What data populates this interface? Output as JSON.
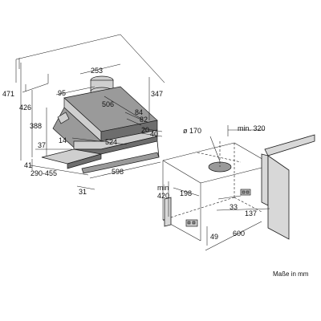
{
  "hood": {
    "dims": {
      "d253": "253",
      "d95": "95",
      "d506": "506",
      "d347": "347",
      "d471": "471",
      "d426": "426",
      "d388": "388",
      "d84": "84",
      "d82": "82",
      "d20": "20",
      "d40": "40",
      "d524": "524",
      "d37": "37",
      "d14": "14",
      "d41": "41",
      "d290_455": "290-455",
      "d598": "598",
      "d31": "31"
    }
  },
  "installation": {
    "dims": {
      "d170": "ø 170",
      "dmin320": "min. 320",
      "dmin420a": "min",
      "dmin420b": "420",
      "d198": "198",
      "d33": "33",
      "d137": "137",
      "d49": "49",
      "d600": "600"
    }
  },
  "footnote": "Maße in mm"
}
